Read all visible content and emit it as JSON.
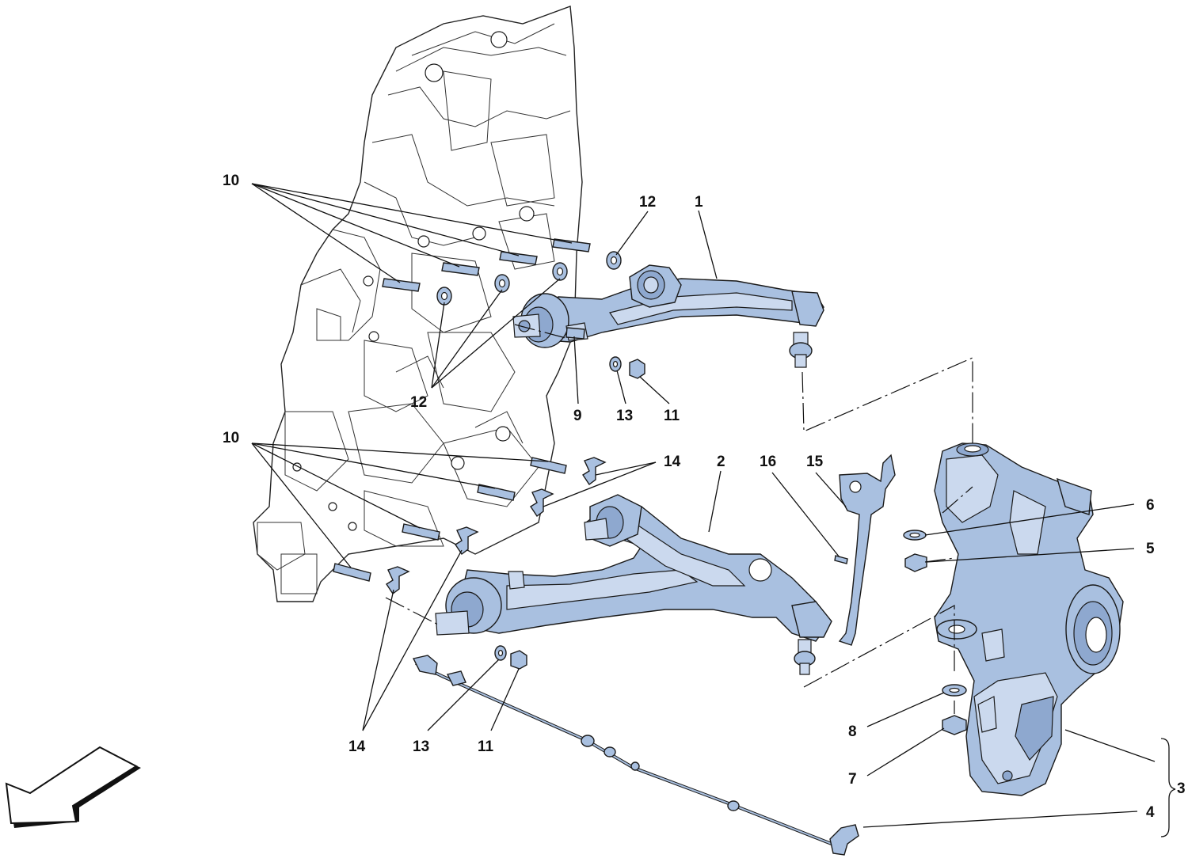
{
  "colors": {
    "part_fill": "#a9c0e0",
    "part_light": "#cbd9ee",
    "part_dark": "#8ea8cf",
    "line": "#1a1a1a"
  },
  "callouts": {
    "c1": "1",
    "c2": "2",
    "c3": "3",
    "c4": "4",
    "c5": "5",
    "c6": "6",
    "c7": "7",
    "c8": "8",
    "c9": "9",
    "c10_upper": "10",
    "c10_lower": "10",
    "c11_upper": "11",
    "c11_lower": "11",
    "c12_top": "12",
    "c12_mid": "12",
    "c13_upper": "13",
    "c13_lower": "13",
    "c14_right": "14",
    "c14_bottom": "14",
    "c15": "15",
    "c16": "16"
  },
  "icons": {
    "direction_arrow": "arrow-front-left-icon"
  }
}
